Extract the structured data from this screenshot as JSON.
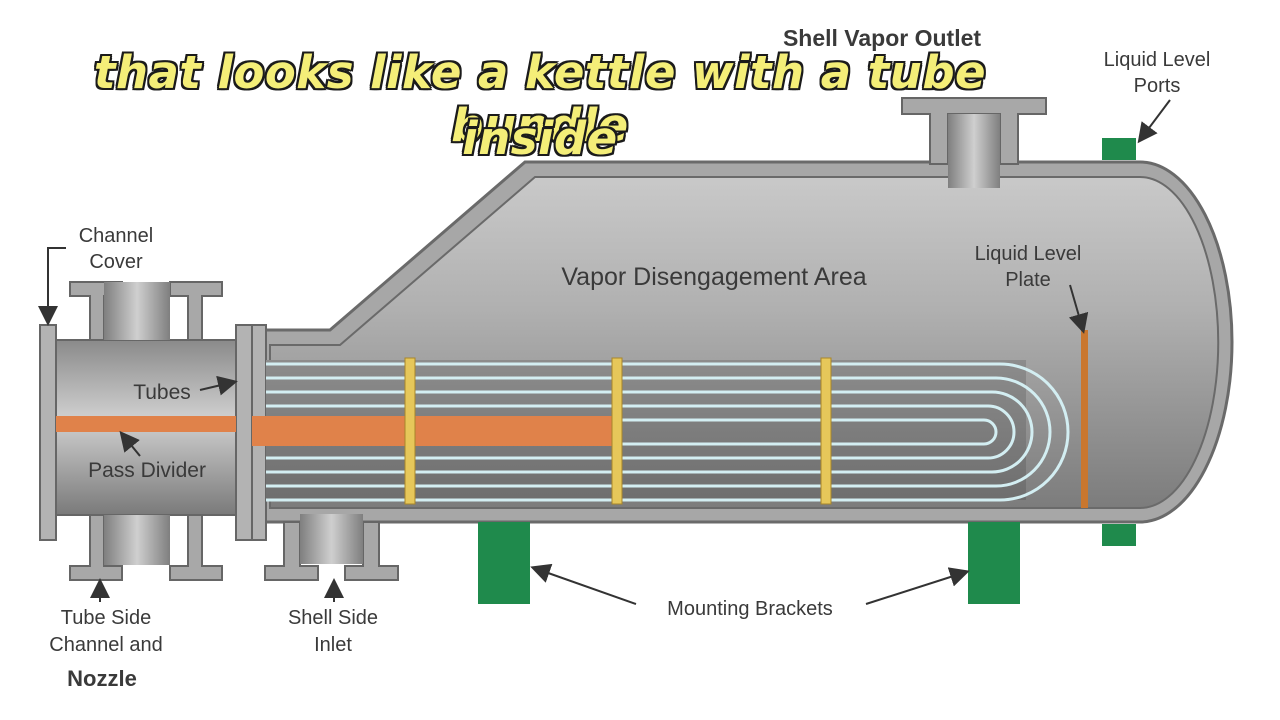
{
  "subtitle": {
    "line1": "that looks like a kettle with a tube bundle",
    "line2": "inside"
  },
  "labels": {
    "shell_vapor_outlet": "Shell Vapor Outlet",
    "liquid_level_ports_1": "Liquid Level",
    "liquid_level_ports_2": "Ports",
    "channel_cover_1": "Channel",
    "channel_cover_2": "Cover",
    "vapor_area": "Vapor Disengagement Area",
    "liquid_level_plate_1": "Liquid Level",
    "liquid_level_plate_2": "Plate",
    "tubes": "Tubes",
    "pass_divider": "Pass Divider",
    "tube_side_1": "Tube Side",
    "tube_side_2": "Channel and",
    "tube_side_3": "Nozzle",
    "shell_side_inlet_1": "Shell Side",
    "shell_side_inlet_2": "Inlet",
    "mounting_brackets": "Mounting Brackets"
  },
  "colors": {
    "shell": "#9c9c9c",
    "tube_line": "#d3eef2",
    "pass_divider": "#e0824a",
    "baffle": "#e6c75a",
    "bracket": "#1f8a4c",
    "liquid_plate": "#c9772f"
  }
}
